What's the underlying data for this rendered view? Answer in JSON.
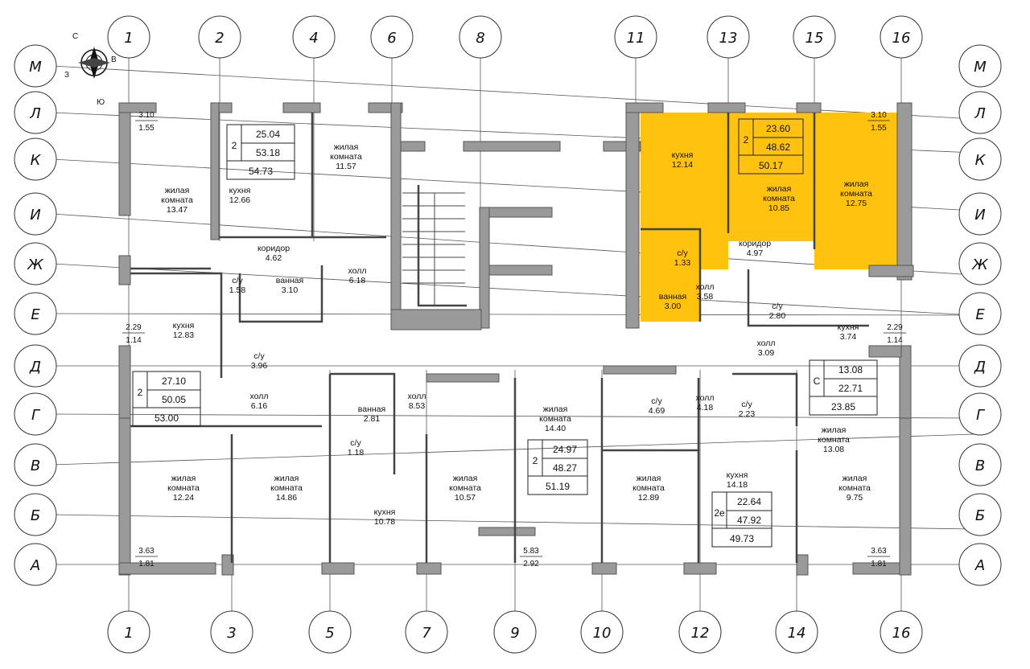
{
  "compass": {
    "north": "С",
    "east": "В",
    "south": "Ю",
    "west": "З"
  },
  "axes_top": [
    "1",
    "2",
    "4",
    "6",
    "8",
    "11",
    "13",
    "15",
    "16"
  ],
  "axes_bottom": [
    "1",
    "3",
    "5",
    "7",
    "9",
    "10",
    "12",
    "14",
    "16"
  ],
  "axes_left": [
    "М",
    "Л",
    "К",
    "И",
    "Ж",
    "Е",
    "Д",
    "Г",
    "В",
    "Б",
    "А"
  ],
  "axes_right": [
    "М",
    "Л",
    "К",
    "И",
    "Ж",
    "Е",
    "Д",
    "Г",
    "В",
    "Б",
    "А"
  ],
  "rooms": [
    {
      "lines": [
        "жилая",
        "комната",
        "13.47"
      ]
    },
    {
      "lines": [
        "кухня",
        "12.66"
      ]
    },
    {
      "lines": [
        "жилая",
        "комната",
        "11.57"
      ]
    },
    {
      "lines": [
        "коридор",
        "4.62"
      ]
    },
    {
      "lines": [
        "холл",
        "6.18"
      ]
    },
    {
      "lines": [
        "с/у",
        "1.58"
      ]
    },
    {
      "lines": [
        "ванная",
        "3.10"
      ]
    },
    {
      "lines": [
        "кухня",
        "12.83"
      ]
    },
    {
      "lines": [
        "с/у",
        "3.96"
      ]
    },
    {
      "lines": [
        "холл",
        "6.16"
      ]
    },
    {
      "lines": [
        "жилая",
        "комната",
        "12.24"
      ]
    },
    {
      "lines": [
        "жилая",
        "комната",
        "14.86"
      ]
    },
    {
      "lines": [
        "ванная",
        "2.81"
      ]
    },
    {
      "lines": [
        "с/у",
        "1.18"
      ]
    },
    {
      "lines": [
        "холл",
        "8.53"
      ]
    },
    {
      "lines": [
        "кухня",
        "10.78"
      ]
    },
    {
      "lines": [
        "жилая",
        "комната",
        "14.40"
      ]
    },
    {
      "lines": [
        "жилая",
        "комната",
        "10.57"
      ]
    },
    {
      "lines": [
        "кухня",
        "12.14"
      ]
    },
    {
      "lines": [
        "жилая",
        "комната",
        "10.85"
      ]
    },
    {
      "lines": [
        "жилая",
        "комната",
        "12.75"
      ]
    },
    {
      "lines": [
        "коридор",
        "4.97"
      ]
    },
    {
      "lines": [
        "с/у",
        "1.33"
      ]
    },
    {
      "lines": [
        "холл",
        "3.58"
      ]
    },
    {
      "lines": [
        "ванная",
        "3.00"
      ]
    },
    {
      "lines": [
        "с/у",
        "2.80"
      ]
    },
    {
      "lines": [
        "кухня",
        "3.74"
      ]
    },
    {
      "lines": [
        "холл",
        "3.09"
      ]
    },
    {
      "lines": [
        "с/у",
        "2.23"
      ]
    },
    {
      "lines": [
        "холл",
        "4.18"
      ]
    },
    {
      "lines": [
        "с/у",
        "4.69"
      ]
    },
    {
      "lines": [
        "жилая",
        "комната",
        "12.89"
      ]
    },
    {
      "lines": [
        "кухня",
        "14.18"
      ]
    },
    {
      "lines": [
        "жилая",
        "комната",
        "13.08"
      ]
    },
    {
      "lines": [
        "жилая",
        "комната",
        "9.75"
      ]
    }
  ],
  "apartments": [
    {
      "rooms": "2",
      "living": "25.04",
      "total": "53.18",
      "area": "54.73",
      "highlight": false
    },
    {
      "rooms": "2",
      "living": "27.10",
      "total": "50.05",
      "area": "53.00",
      "highlight": false
    },
    {
      "rooms": "2",
      "living": "24.97",
      "total": "48.27",
      "area": "51.19",
      "highlight": false
    },
    {
      "rooms": "2",
      "living": "23.60",
      "total": "48.62",
      "area": "50.17",
      "highlight": true
    },
    {
      "rooms": "С",
      "living": "13.08",
      "total": "22.71",
      "area": "23.85",
      "highlight": false
    },
    {
      "rooms": "2е",
      "living": "22.64",
      "total": "47.92",
      "area": "49.73",
      "highlight": false
    }
  ],
  "balconies": [
    {
      "top": "3.10",
      "bottom": "1.55"
    },
    {
      "top": "3.10",
      "bottom": "1.55"
    },
    {
      "top": "2.29",
      "bottom": "1.14"
    },
    {
      "top": "2.29",
      "bottom": "1.14"
    },
    {
      "top": "3.63",
      "bottom": "1.81"
    },
    {
      "top": "5.83",
      "bottom": "2.92"
    },
    {
      "top": "3.63",
      "bottom": "1.81"
    }
  ],
  "colors": {
    "highlight": "#ffc20e",
    "wall": "#7a7a7a",
    "wall_fill": "#9a9a9a",
    "line": "#222222"
  }
}
